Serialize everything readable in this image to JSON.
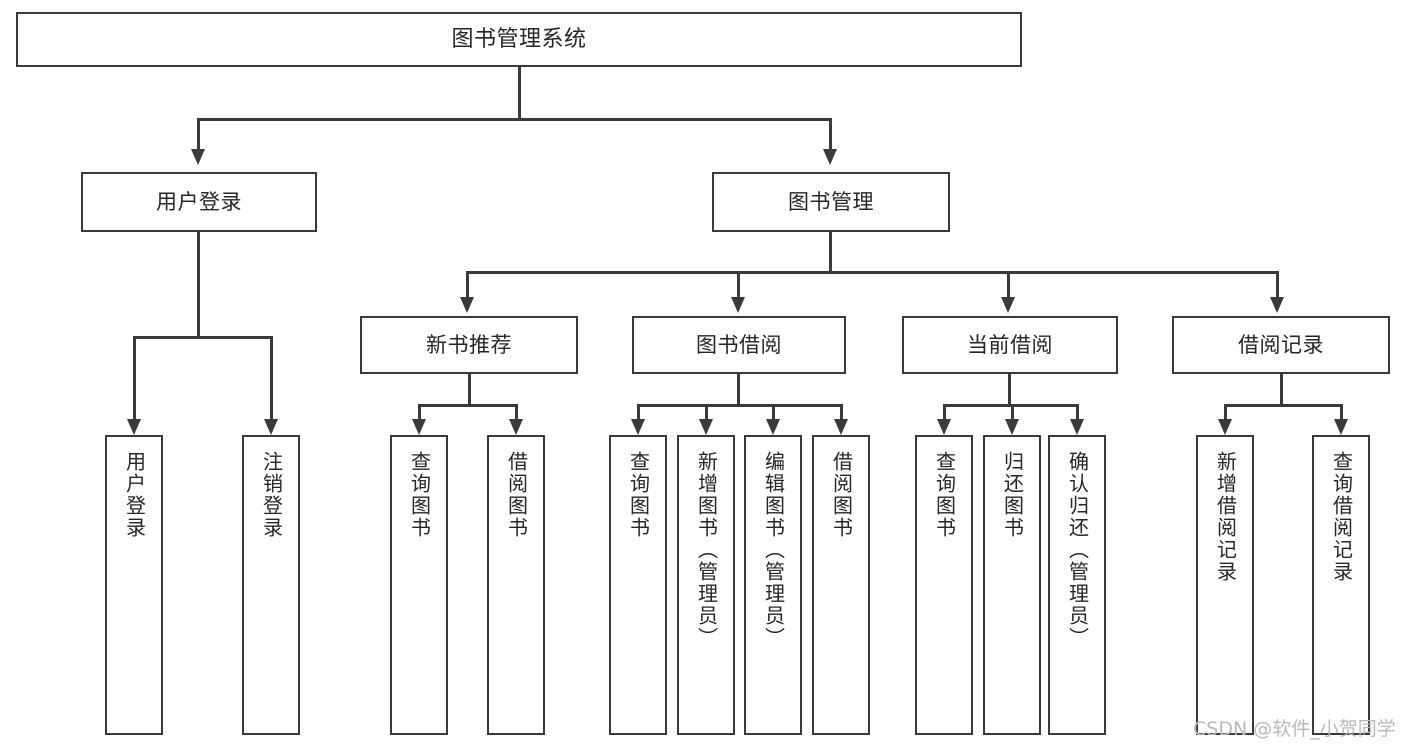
{
  "diagram": {
    "type": "tree",
    "title": "图书管理系统",
    "watermark": "CSDN @软件_小贺同学",
    "colors": {
      "stroke": "#3a3a3a",
      "fill": "#ffffff",
      "text": "#262626",
      "watermark": "#b9b9b9"
    },
    "levels": {
      "root": {
        "label": "图书管理系统"
      },
      "level2": [
        {
          "label": "用户登录"
        },
        {
          "label": "图书管理"
        }
      ],
      "level3": [
        {
          "label": "新书推荐"
        },
        {
          "label": "图书借阅"
        },
        {
          "label": "当前借阅"
        },
        {
          "label": "借阅记录"
        }
      ]
    },
    "leaves": {
      "user_login": [
        {
          "label": "用户登录"
        },
        {
          "label": "注销登录"
        }
      ],
      "new_book_recommend": [
        {
          "label": "查询图书"
        },
        {
          "label": "借阅图书"
        }
      ],
      "book_borrow": [
        {
          "label": "查询图书"
        },
        {
          "label": "新增图书（管理员）"
        },
        {
          "label": "编辑图书（管理员）"
        },
        {
          "label": "借阅图书"
        }
      ],
      "current_borrow": [
        {
          "label": "查询图书"
        },
        {
          "label": "归还图书"
        },
        {
          "label": "确认归还（管理员）"
        }
      ],
      "borrow_record": [
        {
          "label": "新增借阅记录"
        },
        {
          "label": "查询借阅记录"
        }
      ]
    }
  }
}
